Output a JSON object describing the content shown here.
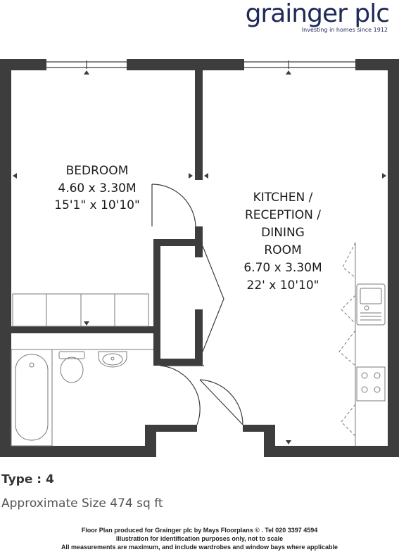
{
  "branding": {
    "logo_text": "grainger plc",
    "tagline": "Investing in homes since 1912",
    "color": "#1f2a5a"
  },
  "rooms": {
    "bedroom": {
      "name": "BEDROOM",
      "metric": "4.60 x 3.30M",
      "imperial": "15'1\" x 10'10\""
    },
    "kitchen": {
      "name_lines": [
        "KITCHEN /",
        "RECEPTION /",
        "DINING",
        "ROOM"
      ],
      "metric": "6.70 x 3.30M",
      "imperial": "22' x 10'10\""
    }
  },
  "plan_info": {
    "type": "Type : 4",
    "approx_size": "Approximate Size 474 sq ft"
  },
  "footer": {
    "line1": "Floor Plan produced for Grainger plc by Mays Floorplans © . Tel 020 3397 4594",
    "line2": "Illustration for identification purposes only, not to scale",
    "line3": "All measurements are maximum, and include wardrobes and window bays where applicable"
  },
  "colors": {
    "wall": "#3d3d3d",
    "fixture_line": "#7a7a7a"
  }
}
